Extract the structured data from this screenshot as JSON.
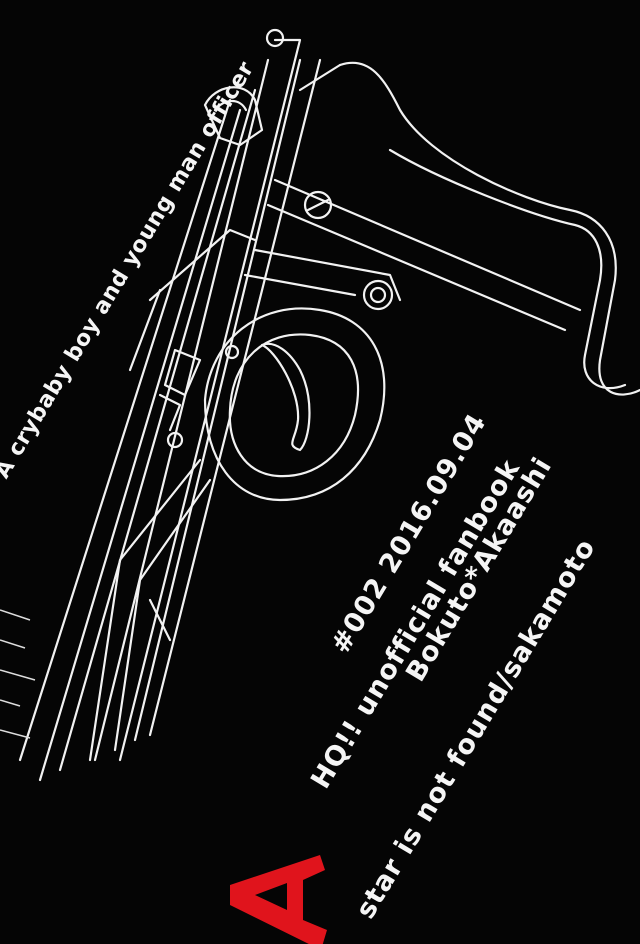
{
  "tagline": "A crybaby boy and young man officer",
  "info": {
    "line1": "#002 2016.09.04",
    "line2": "HQ!! unofficial fanbook",
    "line3": "Bokuto*Akaashi",
    "line4": "A star is not found/sakamoto",
    "line4_rest": "star is not found/sakamoto"
  },
  "colors": {
    "background": "#050505",
    "line_art": "#f2f2f2",
    "accent": "#e0141c"
  },
  "icons": {
    "illustration": "handgun-line-art-icon",
    "logo": "red-letter-a"
  }
}
